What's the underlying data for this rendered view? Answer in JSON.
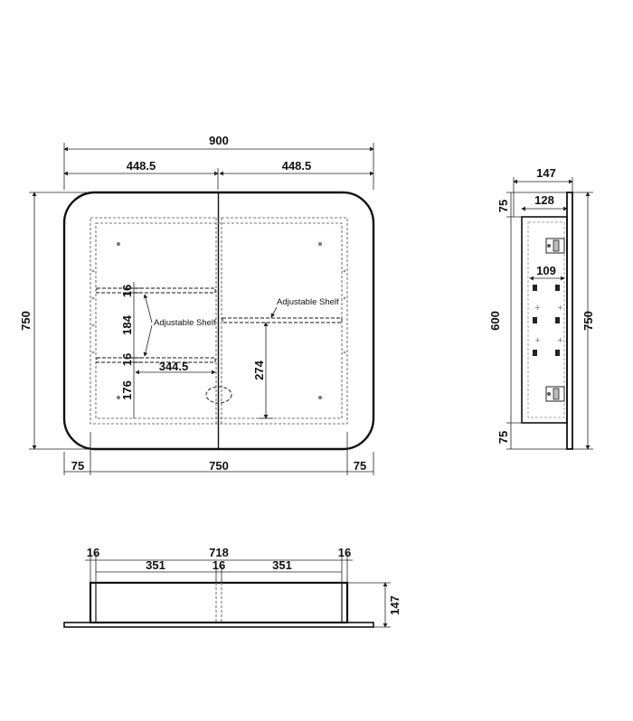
{
  "front_view": {
    "overall_width": "900",
    "left_door_width": "448.5",
    "right_door_width": "448.5",
    "overall_height": "750",
    "left_margin": "75",
    "inner_width": "750",
    "right_margin": "75",
    "shelf_thickness_top": "16",
    "shelf_spacing": "184",
    "shelf_thickness_bottom": "16",
    "shelf_width": "344.5",
    "bottom_gap": "176",
    "right_shelf_height": "274",
    "left_shelf_label": "Adjustable Shelf",
    "right_shelf_label": "Adjustable Shelf"
  },
  "side_view": {
    "total_depth": "147",
    "body_depth": "128",
    "top_offset": "75",
    "inner_height": "600",
    "shelf_depth": "109",
    "bottom_offset": "75",
    "overall_height": "750"
  },
  "top_view": {
    "left_wall": "16",
    "inner_width": "718",
    "right_wall": "16",
    "left_section": "351",
    "divider": "16",
    "right_section": "351",
    "depth": "147"
  }
}
